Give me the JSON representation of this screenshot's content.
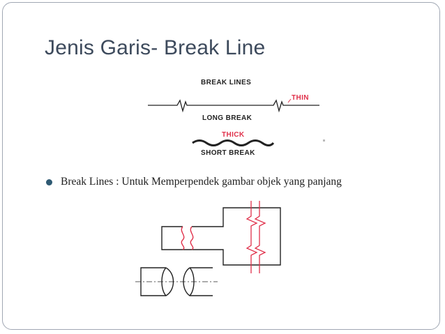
{
  "slide": {
    "title": "Jenis Garis- Break Line",
    "bullet_text": "Break Lines : Untuk Memperpendek gambar objek yang panjang"
  },
  "figure_top": {
    "heading": "BREAK LINES",
    "thin_label": "THIN",
    "long_break_label": "LONG BREAK",
    "thick_label": "THICK",
    "short_break_label": "SHORT BREAK"
  },
  "colors": {
    "title": "#3d4a5c",
    "bullet": "#2f5a73",
    "accent_red": "#e0304a",
    "line": "#222222"
  }
}
